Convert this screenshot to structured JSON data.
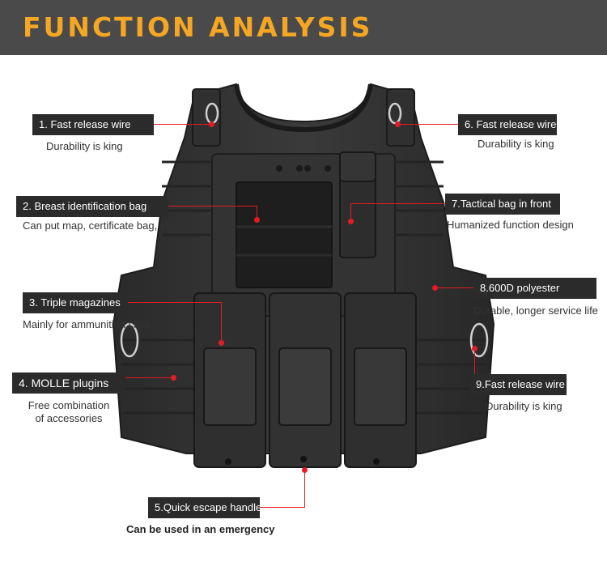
{
  "header": {
    "title": "FUNCTION ANALYSIS"
  },
  "colors": {
    "accent": "#f5a623",
    "header_bg": "#4a4a4a",
    "leader": "#e31b23",
    "label_bg": "#2b2b2b"
  },
  "callouts": [
    {
      "label": "1. Fast release wire",
      "desc": "Durability is king"
    },
    {
      "label": "2. Breast identification bag",
      "desc": "Can put map, certificate bag, etc"
    },
    {
      "label": "3. Triple magazines",
      "desc": "Mainly for ammunition clips"
    },
    {
      "label": "4. MOLLE plugins",
      "desc": "Free combination\nof accessories"
    },
    {
      "label": "5.Quick escape handle",
      "desc": "Can be used in an emergency"
    },
    {
      "label": "6. Fast release wire",
      "desc": "Durability is king"
    },
    {
      "label": "7.Tactical bag in front",
      "desc": "Humanized function design"
    },
    {
      "label": "8.600D polyester",
      "desc": "Durable, longer service life"
    },
    {
      "label": "9.Fast release wire",
      "desc": "Durability is king"
    }
  ]
}
